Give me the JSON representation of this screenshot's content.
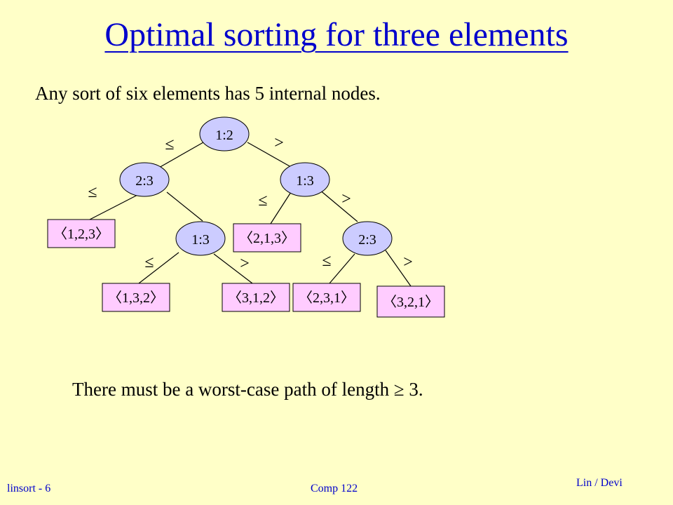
{
  "slide": {
    "title": "Optimal sorting for three elements",
    "subtitle": "Any sort of six elements has 5 internal nodes.",
    "conclusion": "There must be a worst-case path of length ≥ 3."
  },
  "tree": {
    "nodes": [
      {
        "id": "n1",
        "label": "1:2"
      },
      {
        "id": "n2",
        "label": "2:3"
      },
      {
        "id": "n3",
        "label": "1:3"
      },
      {
        "id": "n4",
        "label": "1:3"
      },
      {
        "id": "n5",
        "label": "2:3"
      }
    ],
    "leaves": [
      {
        "id": "l1",
        "label": "〈1,2,3〉"
      },
      {
        "id": "l2",
        "label": "〈1,3,2〉"
      },
      {
        "id": "l3",
        "label": "〈3,1,2〉"
      },
      {
        "id": "l4",
        "label": "〈2,1,3〉"
      },
      {
        "id": "l5",
        "label": "〈2,3,1〉"
      },
      {
        "id": "l6",
        "label": "〈3,2,1〉"
      }
    ],
    "edge_labels": {
      "le": "≤",
      "gt": ">"
    },
    "colors": {
      "node_fill": "#ccccff",
      "leaf_fill": "#ffccff",
      "stroke": "#000000",
      "edge": "#000000"
    }
  },
  "footer": {
    "left": "linsort - 6",
    "center": "Comp 122",
    "right": "Lin / Devi"
  }
}
